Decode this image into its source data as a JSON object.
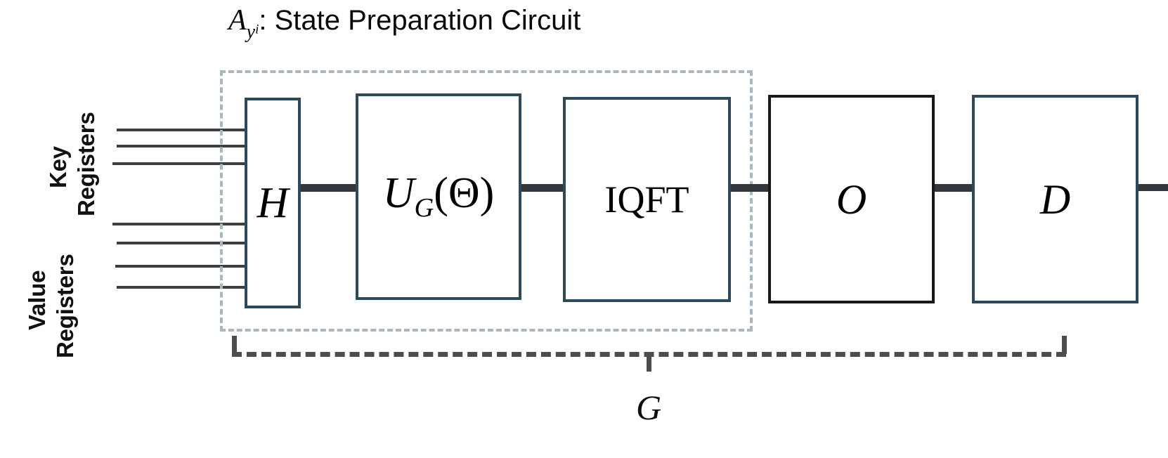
{
  "figure": {
    "title": {
      "symbol": "A",
      "subscript_outer": "y",
      "subscript_inner": "i",
      "text": ": State Preparation Circuit",
      "full": "A_{y_i}: State Preparation Circuit"
    },
    "registers": [
      {
        "id": "key-registers",
        "line1": "Key",
        "line2": "Registers",
        "wire_count": 3
      },
      {
        "id": "value-registers",
        "line1": "Value",
        "line2": "Registers",
        "wire_count": 4
      }
    ],
    "gates": [
      {
        "id": "h-gate",
        "label": "H",
        "style": "italic",
        "border": "#2c4a5c"
      },
      {
        "id": "ug-gate",
        "label": "U",
        "subscript": "G",
        "arg": "(Θ)",
        "style": "italic",
        "border": "#2c4a5c"
      },
      {
        "id": "iqft-gate",
        "label": "IQFT",
        "style": "upright",
        "border": "#2c4a5c"
      },
      {
        "id": "o-gate",
        "label": "O",
        "style": "italic",
        "border": "#17191b"
      },
      {
        "id": "d-gate",
        "label": "D",
        "style": "italic",
        "border": "#2c4a5c"
      }
    ],
    "group_brace": {
      "label": "G",
      "covers": "H through D"
    },
    "colors": {
      "gate_border_blue": "#2c4a5c",
      "gate_border_black": "#17191b",
      "dashed_box": "#a9b7c0",
      "brace": "#4a4d50",
      "wire": "#3b3f42",
      "background": "#ffffff",
      "text": "#000000"
    }
  }
}
